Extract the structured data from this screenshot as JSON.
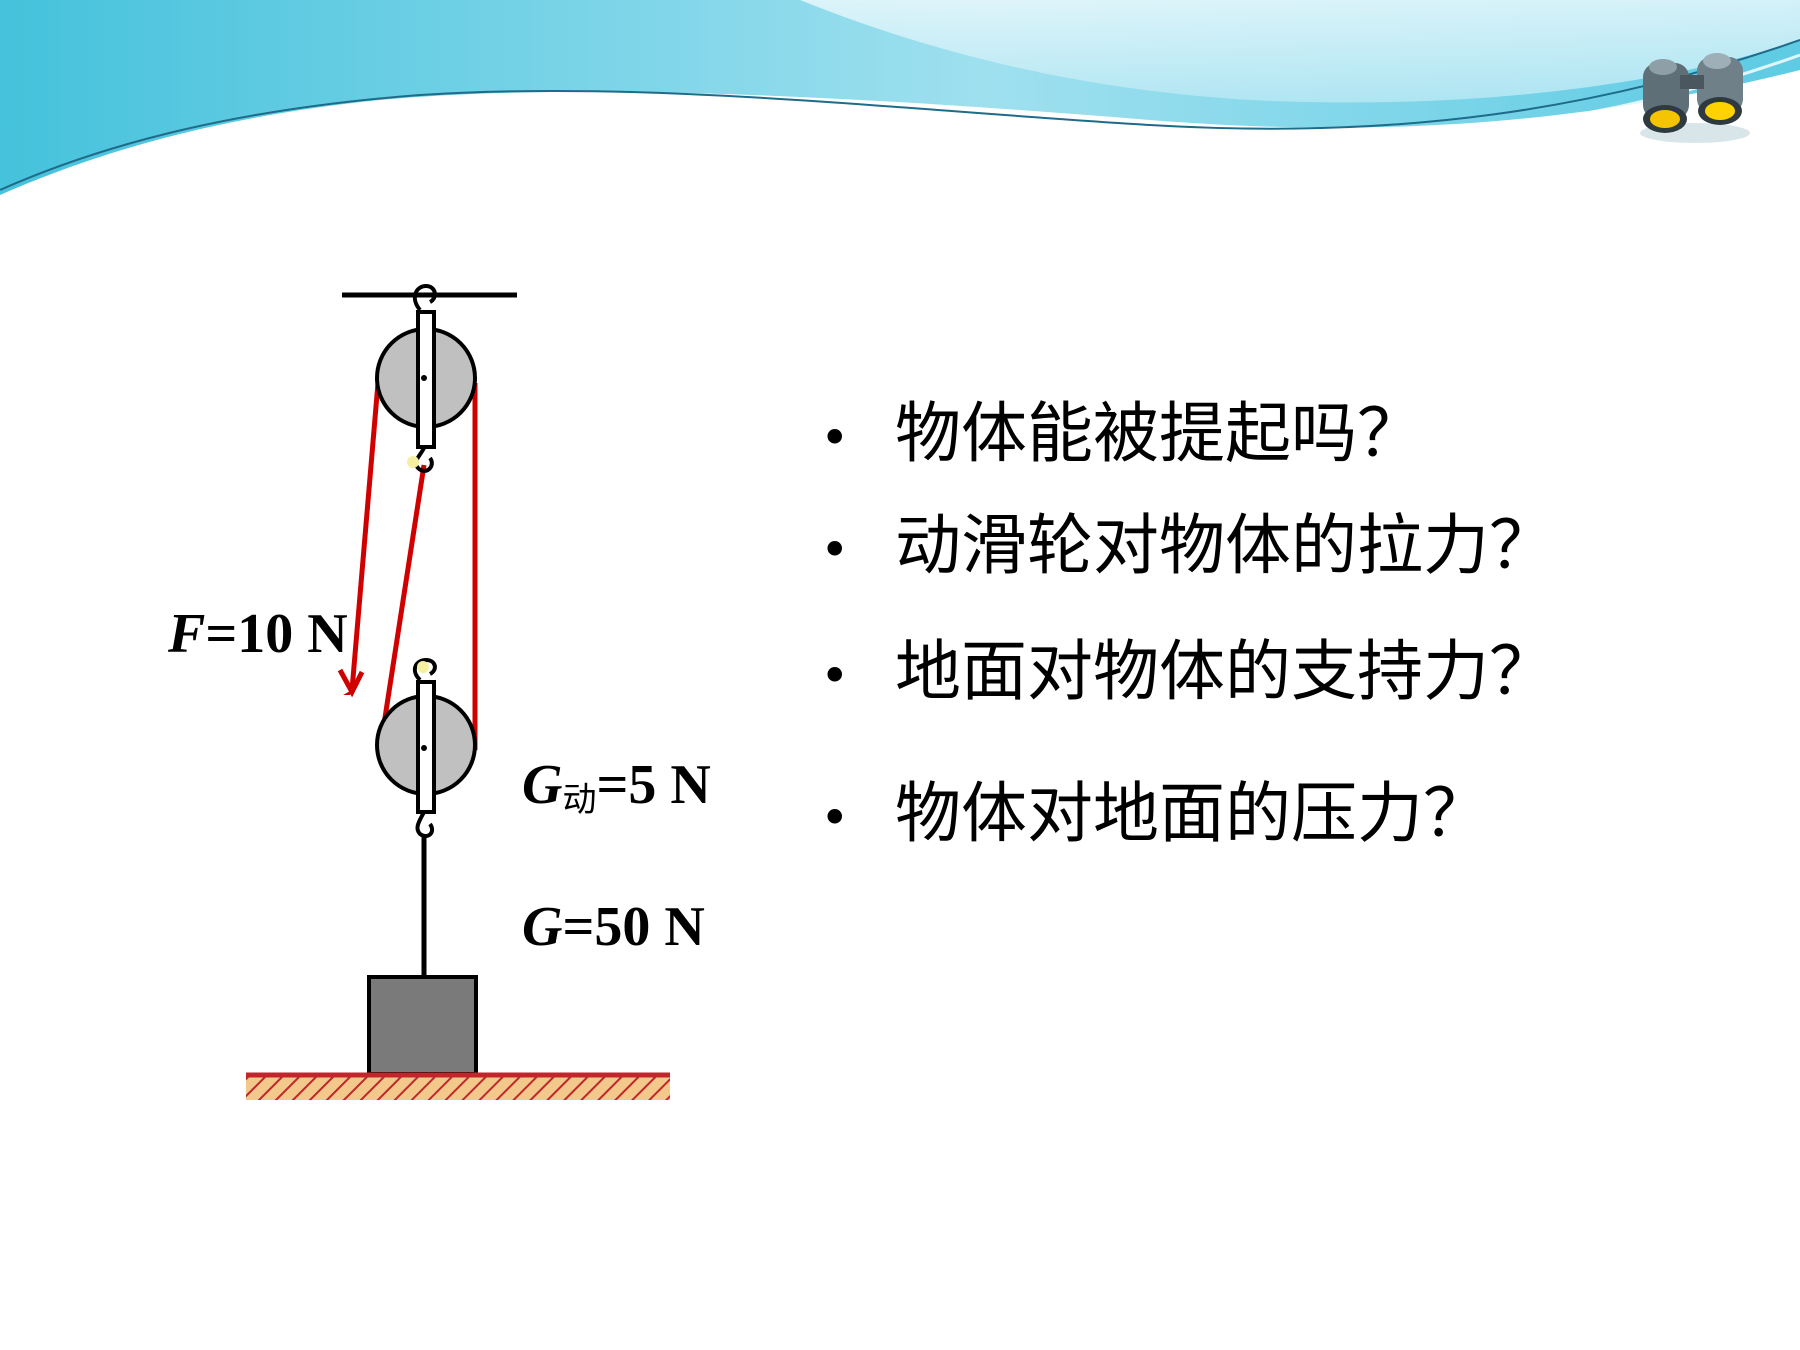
{
  "bullets": [
    "物体能被提起吗？",
    "动滑轮对物体的拉力？",
    "地面对物体的支持力？",
    "物体对地面的压力？"
  ],
  "labels": {
    "force_symbol": "F",
    "force_value": "=10 N",
    "pulley_symbol": "G",
    "pulley_subscript": "动",
    "pulley_value": "=5 N",
    "weight_symbol": "G",
    "weight_value": "=50 N"
  },
  "colors": {
    "rope": "#d10000",
    "pulley": "#c0c0c0",
    "block": "#7a7a7a",
    "ground": "#c0272d",
    "hatch": "#f2c98a",
    "banner_light": "#bfe9f5",
    "banner_dark": "#2cb5d4"
  },
  "icons": [
    "binoculars-icon"
  ]
}
